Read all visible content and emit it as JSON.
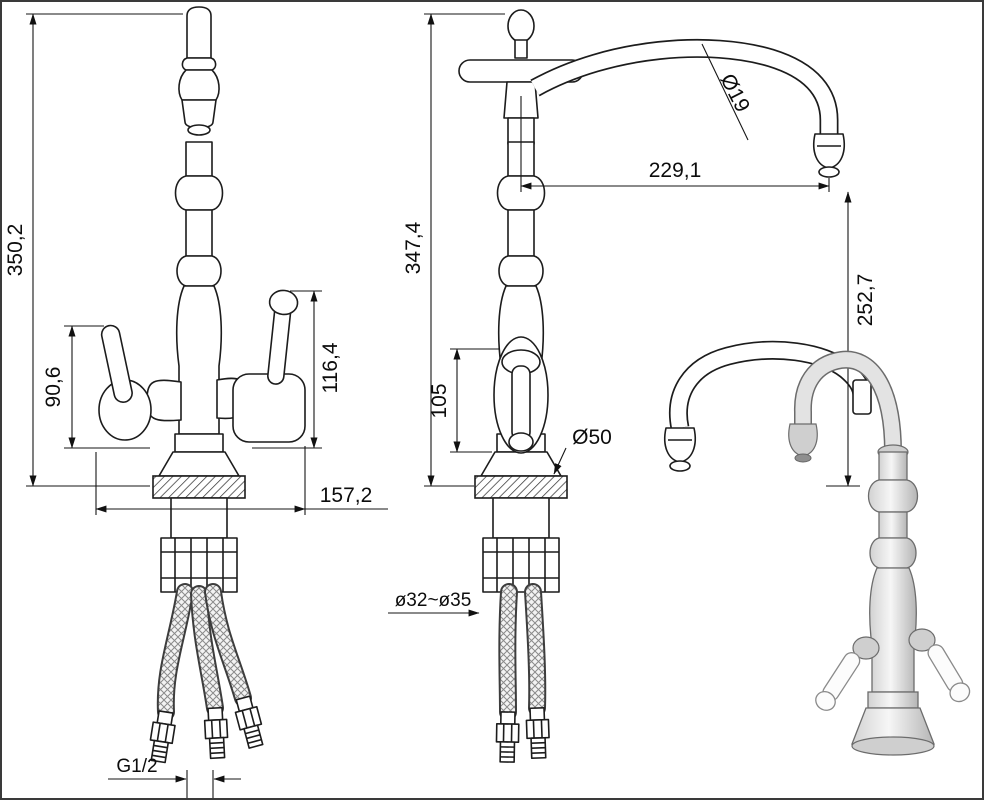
{
  "drawing": {
    "labels": {
      "total_height_front": "350,2",
      "left_handle_height": "90,6",
      "right_handle_height": "116,4",
      "overall_width": "157,2",
      "thread_size": "G1/2",
      "total_height_side": "347,4",
      "lever_height": "105",
      "base_diameter": "Ø50",
      "mounting_hole_range": "ø32~ø35",
      "spout_reach": "229,1",
      "spout_outlet_height": "252,7",
      "spout_tube_diameter": "Ø19"
    }
  }
}
